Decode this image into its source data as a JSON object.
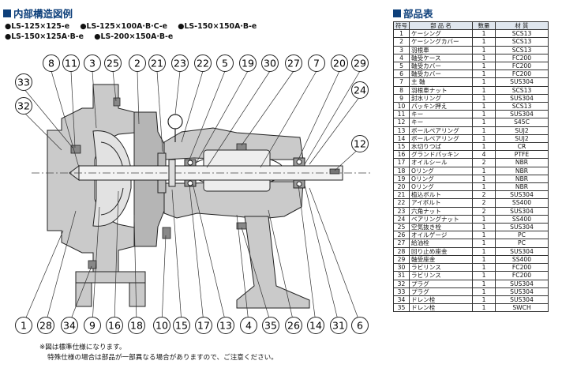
{
  "section_left": {
    "title": "内部構造図例"
  },
  "section_right": {
    "title": "部品表"
  },
  "models": [
    [
      "LS-125×125-e",
      "LS-125×100A·B·C-e",
      "LS-150×150A·B-e"
    ],
    [
      "LS-150×125A·B-e",
      "LS-200×150A·B-e"
    ]
  ],
  "callouts_top": [
    "8",
    "11",
    "3",
    "25",
    "2",
    "21",
    "23",
    "22",
    "5",
    "19",
    "30",
    "27",
    "7",
    "20",
    "29"
  ],
  "callouts_left": [
    "33",
    "32"
  ],
  "callouts_right": [
    "24",
    "12"
  ],
  "callouts_bottom": [
    "1",
    "28",
    "34",
    "9",
    "16",
    "18",
    "10",
    "15",
    "17",
    "13",
    "4",
    "35",
    "26",
    "14",
    "31",
    "6"
  ],
  "notes": [
    "※図は標準仕様になります。",
    "特殊仕様の場合は部品が一部異なる場合がありますので、ご注意ください。"
  ],
  "parts_table": {
    "headers": [
      "符号",
      "部 品 名",
      "数量",
      "材 質"
    ],
    "rows": [
      [
        "1",
        "ケーシング",
        "1",
        "SCS13"
      ],
      [
        "2",
        "ケーシングカバー",
        "1",
        "SCS13"
      ],
      [
        "3",
        "羽根車",
        "1",
        "SCS13"
      ],
      [
        "4",
        "軸受ケース",
        "1",
        "FC200"
      ],
      [
        "5",
        "軸受カバー",
        "1",
        "FC200"
      ],
      [
        "6",
        "軸受カバー",
        "1",
        "FC200"
      ],
      [
        "7",
        "主 軸",
        "1",
        "SUS304"
      ],
      [
        "8",
        "羽根車ナット",
        "1",
        "SCS13"
      ],
      [
        "9",
        "封水リング",
        "1",
        "SUS304"
      ],
      [
        "10",
        "パッキン押え",
        "1",
        "SCS13"
      ],
      [
        "11",
        "キー",
        "1",
        "SUS304"
      ],
      [
        "12",
        "キー",
        "1",
        "S45C"
      ],
      [
        "13",
        "ボールベアリング",
        "1",
        "SUJ2"
      ],
      [
        "14",
        "ボールベアリング",
        "1",
        "SUJ2"
      ],
      [
        "15",
        "水切りつば",
        "1",
        "CR"
      ],
      [
        "16",
        "グランドパッキン",
        "4",
        "PTFE"
      ],
      [
        "17",
        "オイルシール",
        "2",
        "NBR"
      ],
      [
        "18",
        "Oリング",
        "1",
        "NBR"
      ],
      [
        "19",
        "Oリング",
        "1",
        "NBR"
      ],
      [
        "20",
        "Oリング",
        "1",
        "NBR"
      ],
      [
        "21",
        "植込ボルト",
        "2",
        "SUS304"
      ],
      [
        "22",
        "アイボルト",
        "2",
        "SS400"
      ],
      [
        "23",
        "六角ナット",
        "2",
        "SUS304"
      ],
      [
        "24",
        "ベアリングナット",
        "1",
        "SS400"
      ],
      [
        "25",
        "空気抜き栓",
        "1",
        "SUS304"
      ],
      [
        "26",
        "オイルゲージ",
        "1",
        "PC"
      ],
      [
        "27",
        "給油栓",
        "1",
        "PC"
      ],
      [
        "28",
        "回り止め座金",
        "1",
        "SUS304"
      ],
      [
        "29",
        "軸受座金",
        "1",
        "SS400"
      ],
      [
        "30",
        "ラビリンス",
        "1",
        "FC200"
      ],
      [
        "31",
        "ラビリンス",
        "1",
        "FC200"
      ],
      [
        "32",
        "プラグ",
        "1",
        "SUS304"
      ],
      [
        "33",
        "プラグ",
        "1",
        "SUS304"
      ],
      [
        "34",
        "ドレン栓",
        "1",
        "SUS304"
      ],
      [
        "35",
        "ドレン栓",
        "1",
        "SWCH"
      ]
    ]
  },
  "colors": {
    "heading": "#0d3f7a",
    "table_header": "#dfe6ee",
    "casting": "#c9c9c9"
  }
}
